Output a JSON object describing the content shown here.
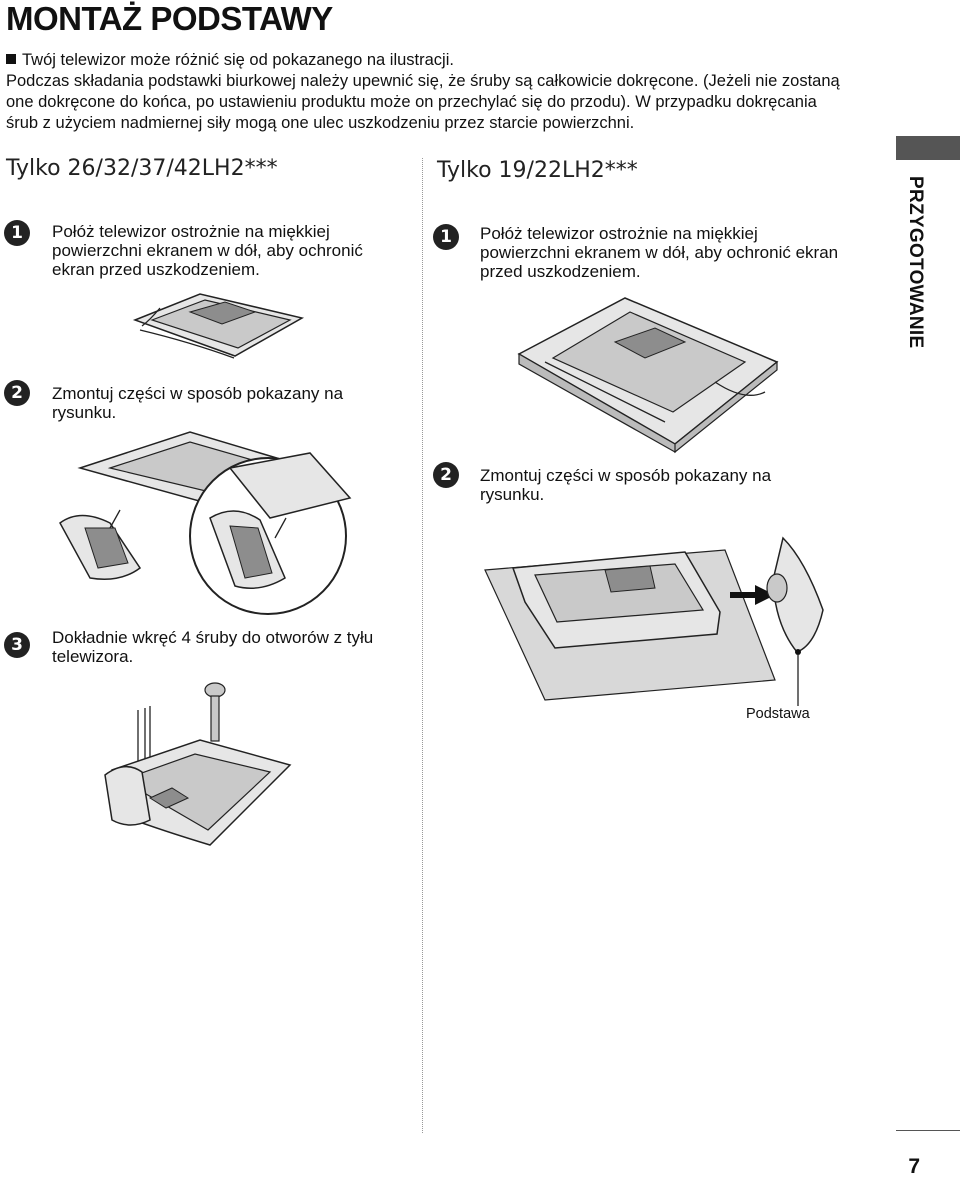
{
  "page": {
    "title": "MONTAŻ PODSTAWY",
    "intro_line1": "Twój telewizor może różnić się od pokazanego na ilustracji.",
    "intro_line2": "Podczas składania podstawki biurkowej należy upewnić się, że śruby są całkowicie dokręcone. (Jeżeli nie zostaną one dokręcone do końca, po ustawieniu produktu może on przechylać się do przodu). W przypadku dokręcania śrub z użyciem nadmiernej siły mogą one ulec uszkodzeniu przez starcie powierzchni.",
    "side_label": "PRZYGOTOWANIE",
    "page_number": "7"
  },
  "left": {
    "heading": "Tylko 26/32/37/42LH2***",
    "steps": [
      {
        "num": "1",
        "text": "Połóż telewizor ostrożnie na miękkiej powierzchni ekranem w dół, aby ochronić ekran przed uszkodzeniem."
      },
      {
        "num": "2",
        "text": "Zmontuj części w sposób pokazany na rysunku."
      },
      {
        "num": "3",
        "text": "Dokładnie wkręć 4 śruby do otworów z tyłu telewizora."
      }
    ]
  },
  "right": {
    "heading": "Tylko 19/22LH2***",
    "steps": [
      {
        "num": "1",
        "text": "Połóż telewizor ostrożnie na miękkiej powierzchni ekranem w dół, aby ochronić ekran przed uszkodzeniem."
      },
      {
        "num": "2",
        "text": "Zmontuj części w sposób pokazany na rysunku."
      }
    ],
    "stand_label": "Podstawa"
  }
}
